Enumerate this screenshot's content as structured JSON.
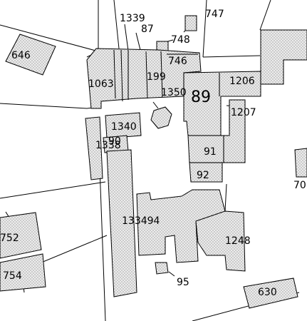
{
  "parcel_labels": {
    "p646": "646",
    "p1339": "1339",
    "p87": "87",
    "p747": "747",
    "p748": "748",
    "p746": "746",
    "p1063": "1063",
    "p199": "199",
    "p1350": "1350",
    "p89": "89",
    "p1206": "1206",
    "p1207": "1207",
    "p1340": "1340",
    "p1338": "1338",
    "p90": "90",
    "p91": "91",
    "p92": "92",
    "p133494": "133494",
    "p1248": "1248",
    "p752": "752",
    "p754": "754",
    "p95": "95",
    "p630": "630",
    "p70": "70"
  }
}
